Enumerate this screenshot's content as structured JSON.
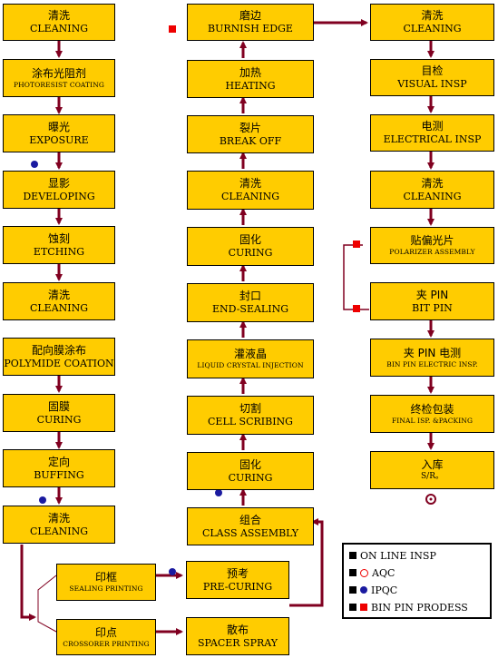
{
  "col1": [
    {
      "cn": "清洗",
      "en": "CLEANING"
    },
    {
      "cn": "涂布光阻剂",
      "en": "PHOTORESIST COATING"
    },
    {
      "cn": "曝光",
      "en": "EXPOSURE"
    },
    {
      "cn": "显影",
      "en": "DEVELOPING"
    },
    {
      "cn": "蚀刻",
      "en": "ETCHING"
    },
    {
      "cn": "清洗",
      "en": "CLEANING"
    },
    {
      "cn": "配向膜涂布",
      "en": "POLYMIDE COATION"
    },
    {
      "cn": "固膜",
      "en": "CURING"
    },
    {
      "cn": "定向",
      "en": "BUFFING"
    },
    {
      "cn": "清洗",
      "en": "CLEANING"
    }
  ],
  "col2": [
    {
      "cn": "磨边",
      "en": "BURNISH EDGE"
    },
    {
      "cn": "加热",
      "en": "HEATING"
    },
    {
      "cn": "裂片",
      "en": "BREAK OFF"
    },
    {
      "cn": "清洗",
      "en": "CLEANING"
    },
    {
      "cn": "固化",
      "en": "CURING"
    },
    {
      "cn": "封口",
      "en": "END-SEALING"
    },
    {
      "cn": "灌液晶",
      "en": "LIQUID CRYSTAL INJECTION"
    },
    {
      "cn": "切割",
      "en": "CELL SCRIBING"
    },
    {
      "cn": "固化",
      "en": "CURING"
    },
    {
      "cn": "组合",
      "en": "CLASS ASSEMBLY"
    }
  ],
  "col3": [
    {
      "cn": "清洗",
      "en": "CLEANING"
    },
    {
      "cn": "目检",
      "en": "VISUAL INSP"
    },
    {
      "cn": "电测",
      "en": "ELECTRICAL INSP"
    },
    {
      "cn": "清洗",
      "en": "CLEANING"
    },
    {
      "cn": "贴偏光片",
      "en": "POLARIZER ASSEMBLY"
    },
    {
      "cn": "夹 PIN",
      "en": "BIT PIN"
    },
    {
      "cn": "夹 PIN 电测",
      "en": "BIN PIN ELECTRIC INSP."
    },
    {
      "cn": "终检包装",
      "en": "FINAL ISP.  &PACKING"
    },
    {
      "cn": "入库",
      "en": "S/R。"
    }
  ],
  "sub": [
    {
      "cn": "印框",
      "en": "SEALING PRINTING"
    },
    {
      "cn": "印点",
      "en": "CROSSORER PRINTING"
    },
    {
      "cn": "预考",
      "en": "PRE-CURING"
    },
    {
      "cn": "散布",
      "en": "SPACER SPRAY"
    }
  ],
  "legend": {
    "title": "ON LINE INSP",
    "aqc": "AQC",
    "ipqc": "IPQC",
    "bin": "BIN PIN PRODESS"
  },
  "colors": {
    "box": "#ffcc00",
    "arrow": "#800020",
    "ipqc": "#1a1aa0",
    "bin": "#ee0000"
  }
}
